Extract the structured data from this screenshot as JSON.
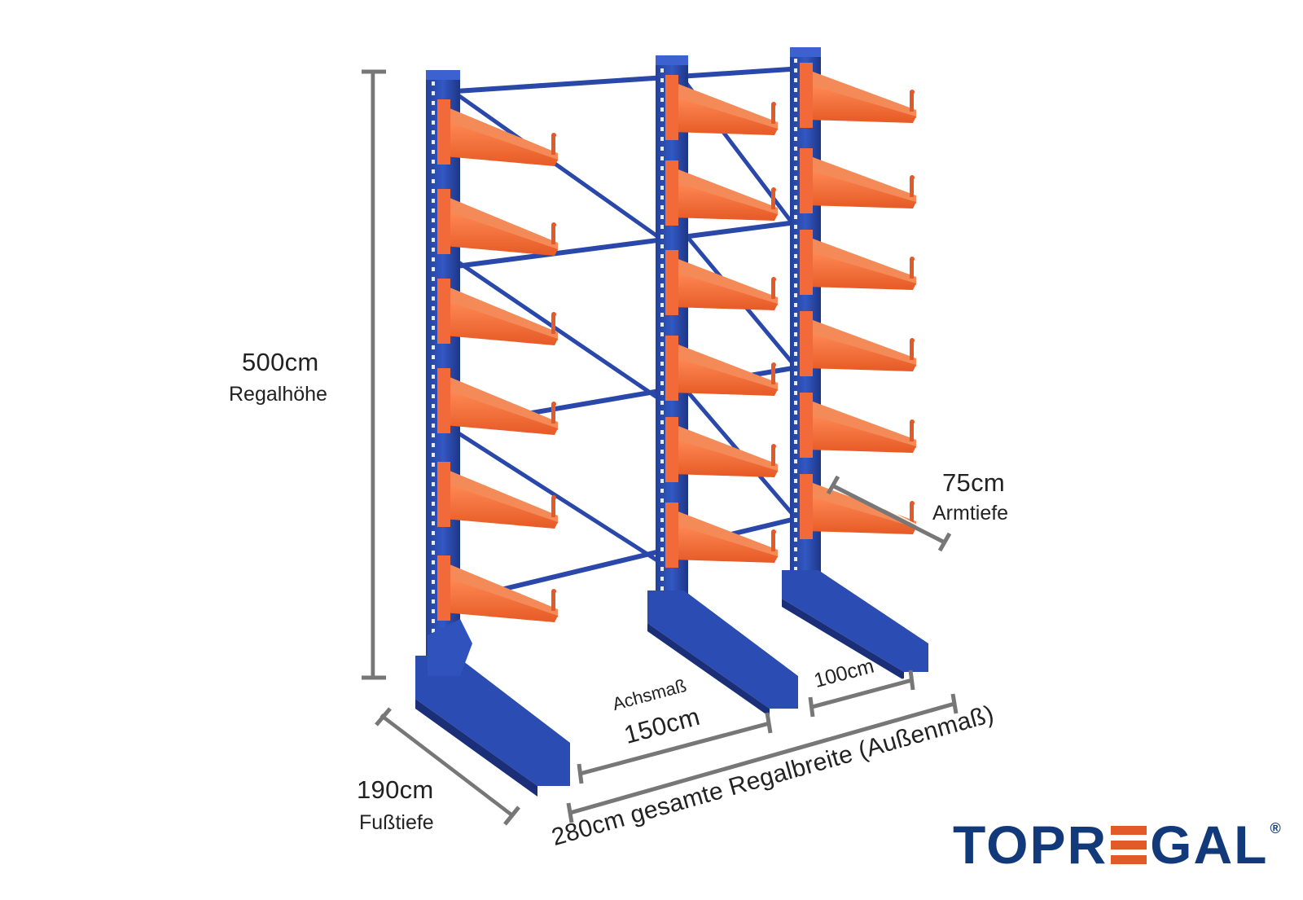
{
  "dimensions": {
    "height_value": "500cm",
    "height_label": "Regalhöhe",
    "foot_value": "190cm",
    "foot_label": "Fußtiefe",
    "arm_value": "75cm",
    "arm_label": "Armtiefe",
    "axis_caption": "Achsmaß",
    "axis_value": "150cm",
    "inner_value": "100cm",
    "total_value": "280cm gesamte Regalbreite  (Außenmaß)"
  },
  "brand": {
    "part1": "TOPR",
    "part2": "GAL",
    "mark": "®"
  },
  "colors": {
    "frame": "#2e4fb3",
    "frame_dark": "#1f3585",
    "arm": "#f26a3a",
    "arm_dark": "#c84a20",
    "logo_blue": "#123a7b",
    "logo_orange": "#e2592a"
  }
}
